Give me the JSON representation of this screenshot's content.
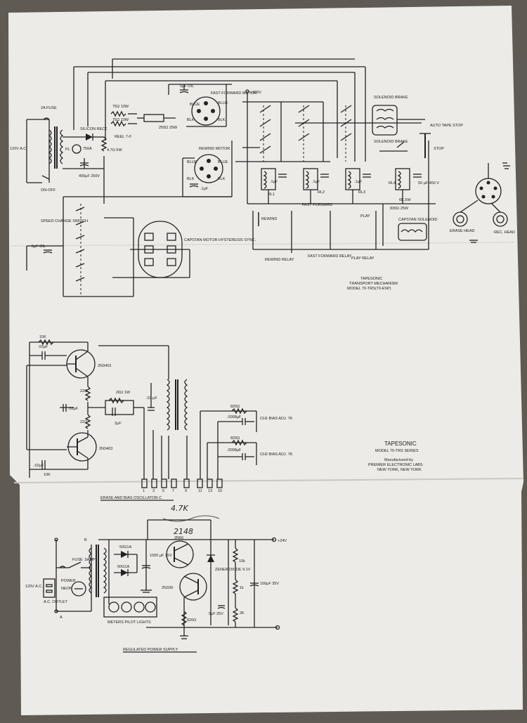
{
  "background_color": "#5f5b54",
  "paper_color": "#ecebe7",
  "ink_color": "#222222",
  "transport": {
    "title_line1": "TAPESONIC",
    "title_line2": "TRANSPORT MECHANISM",
    "title_line3": "MODEL 70-TRS(70-ESP)",
    "fuse": "2A FUSE",
    "line_input": "120V A.C.",
    "on_off": "ON-OFF",
    "pilot_lamp": "PL",
    "rectifier": "SILICON RECT.",
    "rect_value": "750A",
    "resistor_47": "4.7Ω 5W",
    "cap_400": "400μF 250V",
    "res_75a": "75Ω 10W",
    "res_75b": "75Ω 10W",
    "reel": "REEL 7-0",
    "res_250": "250Ω 25W",
    "cap_5uf": "5μF OIL",
    "fast_forward_motor": "FAST FORWARD MOTOR",
    "rewind_motor": "REWIND MOTOR",
    "blue": "BLUE",
    "blk": "BLK",
    "plus_100v": "+100V",
    "solenoid_brake": "SOLENOID BRAKE",
    "auto_tape_stop": "AUTO TAPE STOP",
    "stop": "STOP",
    "speed_change_switch": "SPEED CHANGE SWITCH",
    "capstan_motor": "CAPSTAN MOTOR HYSTERESIS SYNC.",
    "cap_oil": "5μF OIL",
    "relay1": "RL1",
    "relay2": "RL2",
    "relay3": "RL3",
    "relay4": "RL4",
    "rewind_btn": "REWIND",
    "fast_forward_btn": "FAST FORWARD",
    "play_btn": "PLAY",
    "rewind_relay": "REWIND RELAY",
    "ff_relay": "FAST FORWARD RELAY",
    "play_relay": "PLAY RELAY",
    "capstan_solenoid": "CAPSTAN SOLENOID",
    "res_830": "830Ω 25W",
    "res_6k": "6K,5W",
    "cap_50": "50 μF 450 V",
    "cap_1uf": ".1μF",
    "erase_head": "ERASE HEAD",
    "rec_head": "REC. HEAD"
  },
  "oscillator": {
    "title": "ERASE AND BIAS OSCILLATOR-C",
    "transistor_top": "2N3403",
    "transistor_bottom": "2N3403",
    "res_10k_top": "10K",
    "cap_02_top": ".02μF",
    "res_22a": "22Ω",
    "res_22b": "22Ω",
    "cap_02_mid": ".02μF",
    "res_26": "26Ω 1W",
    "cap_2uf": "2μF",
    "cap_02_right": ".02 μF",
    "cap_02_bottom": ".02μF",
    "res_10k_bottom": "10K",
    "res_820_1": "820Ω",
    "cap_0008_1": ".0008μF",
    "ch1_bias": "CH1 BIAS ADJ. 7K",
    "res_820_2": "820Ω",
    "cap_0008_2": ".0008μF",
    "ch2_bias": "CH2 BIAS ADJ. 7K",
    "pins": [
      "1",
      "3",
      "5",
      "7",
      "9",
      "11",
      "13",
      "15"
    ]
  },
  "nameplate": {
    "brand": "TAPESONIC",
    "model": "MODEL 70-TRS SERIES",
    "manufactured_by": "Manufactured by",
    "company": "PREMIER ELECTRONIC LABS",
    "city": "NEW YORK, NEW YORK"
  },
  "power_supply": {
    "title": "REGULATED POWER SUPPLY",
    "handwritten_res": "4.7K",
    "handwritten_transistor": "2148",
    "transistor_printed": "2N66",
    "diode_top": "50G1A",
    "diode_bottom": "50G1A",
    "cap_1000": "1000 μF 35V",
    "transistor_2": "2N339",
    "zener": "ZENER DIODE 9.1V",
    "res_10k": "10k",
    "res_1k": "1k",
    "res_2k": "2K",
    "cap_100": "100μF 35V",
    "cap_5": "5μF 25V",
    "res_820": "820Ω",
    "out_24v": "+24V",
    "fuse": "FUSE .5AMP",
    "power": "POWER",
    "neon": "NEON",
    "input": "120V A.C.",
    "outlet": "A.C. OUTLET",
    "meters_lights": "METERS PILOT LIGHTS",
    "pt_a": "A",
    "pt_b": "B"
  }
}
